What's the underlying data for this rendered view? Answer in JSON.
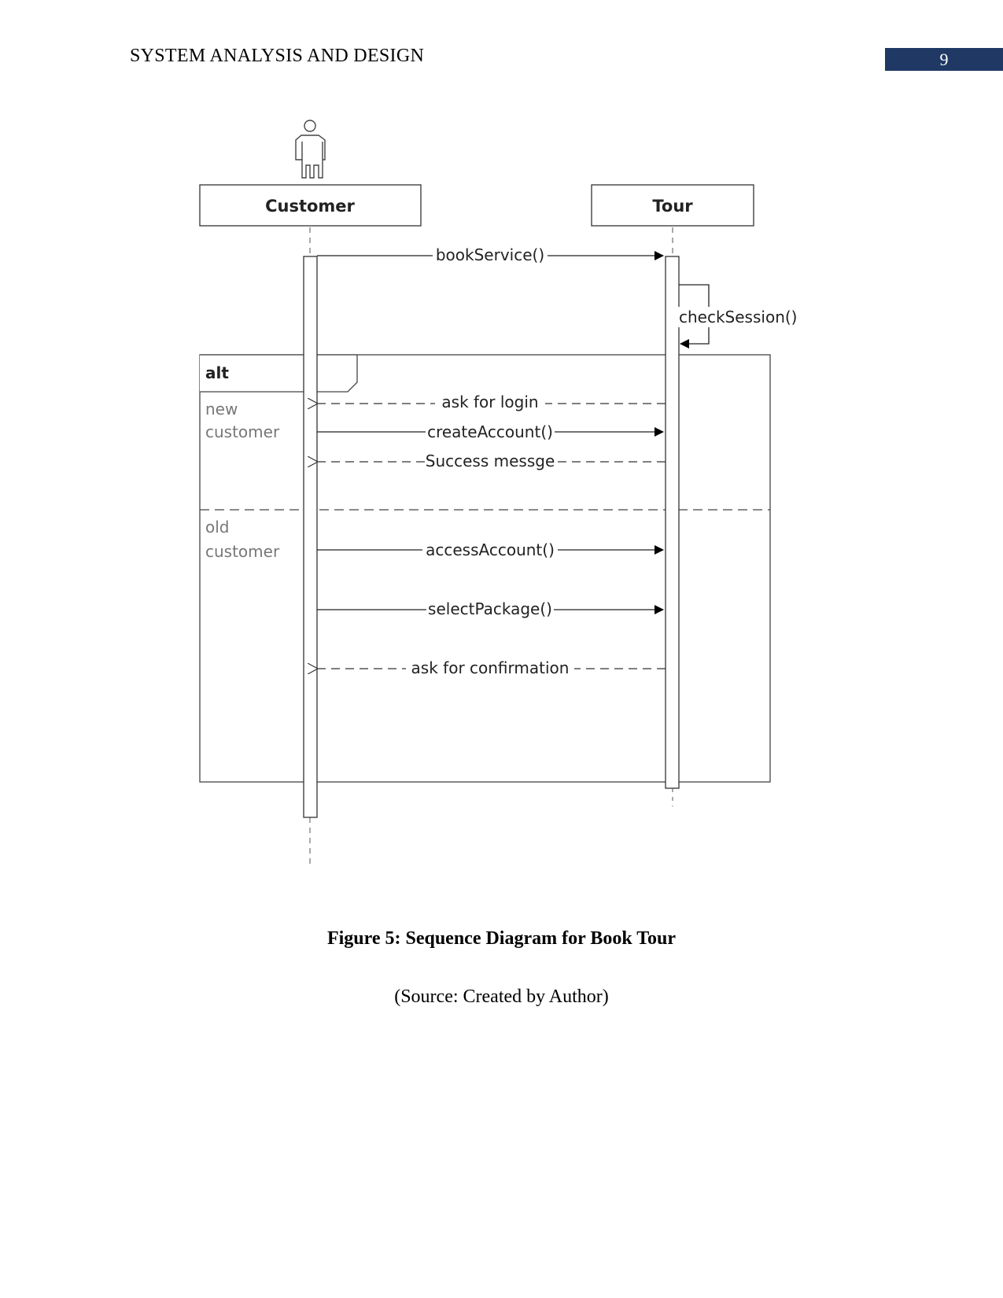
{
  "header": {
    "running_head": "SYSTEM ANALYSIS AND DESIGN",
    "page_number": "9",
    "accent_color": "#1f3864"
  },
  "diagram": {
    "lifelines": {
      "customer": "Customer",
      "tour": "Tour"
    },
    "messages": {
      "book_service": "bookService()",
      "check_session": "checkSession()",
      "ask_for_login": "ask for login",
      "create_account": "createAccount()",
      "success_message": "Success messge",
      "access_account": "accessAccount()",
      "select_package": "selectPackage()",
      "ask_for_confirmation": "ask for confirmation"
    },
    "fragment": {
      "operator": "alt",
      "guard_1_line_1": "new",
      "guard_1_line_2": "customer",
      "guard_2_line_1": "old",
      "guard_2_line_2": "customer"
    }
  },
  "caption": {
    "figure": "Figure 5: Sequence Diagram for Book Tour",
    "source": "(Source: Created by Author)"
  }
}
